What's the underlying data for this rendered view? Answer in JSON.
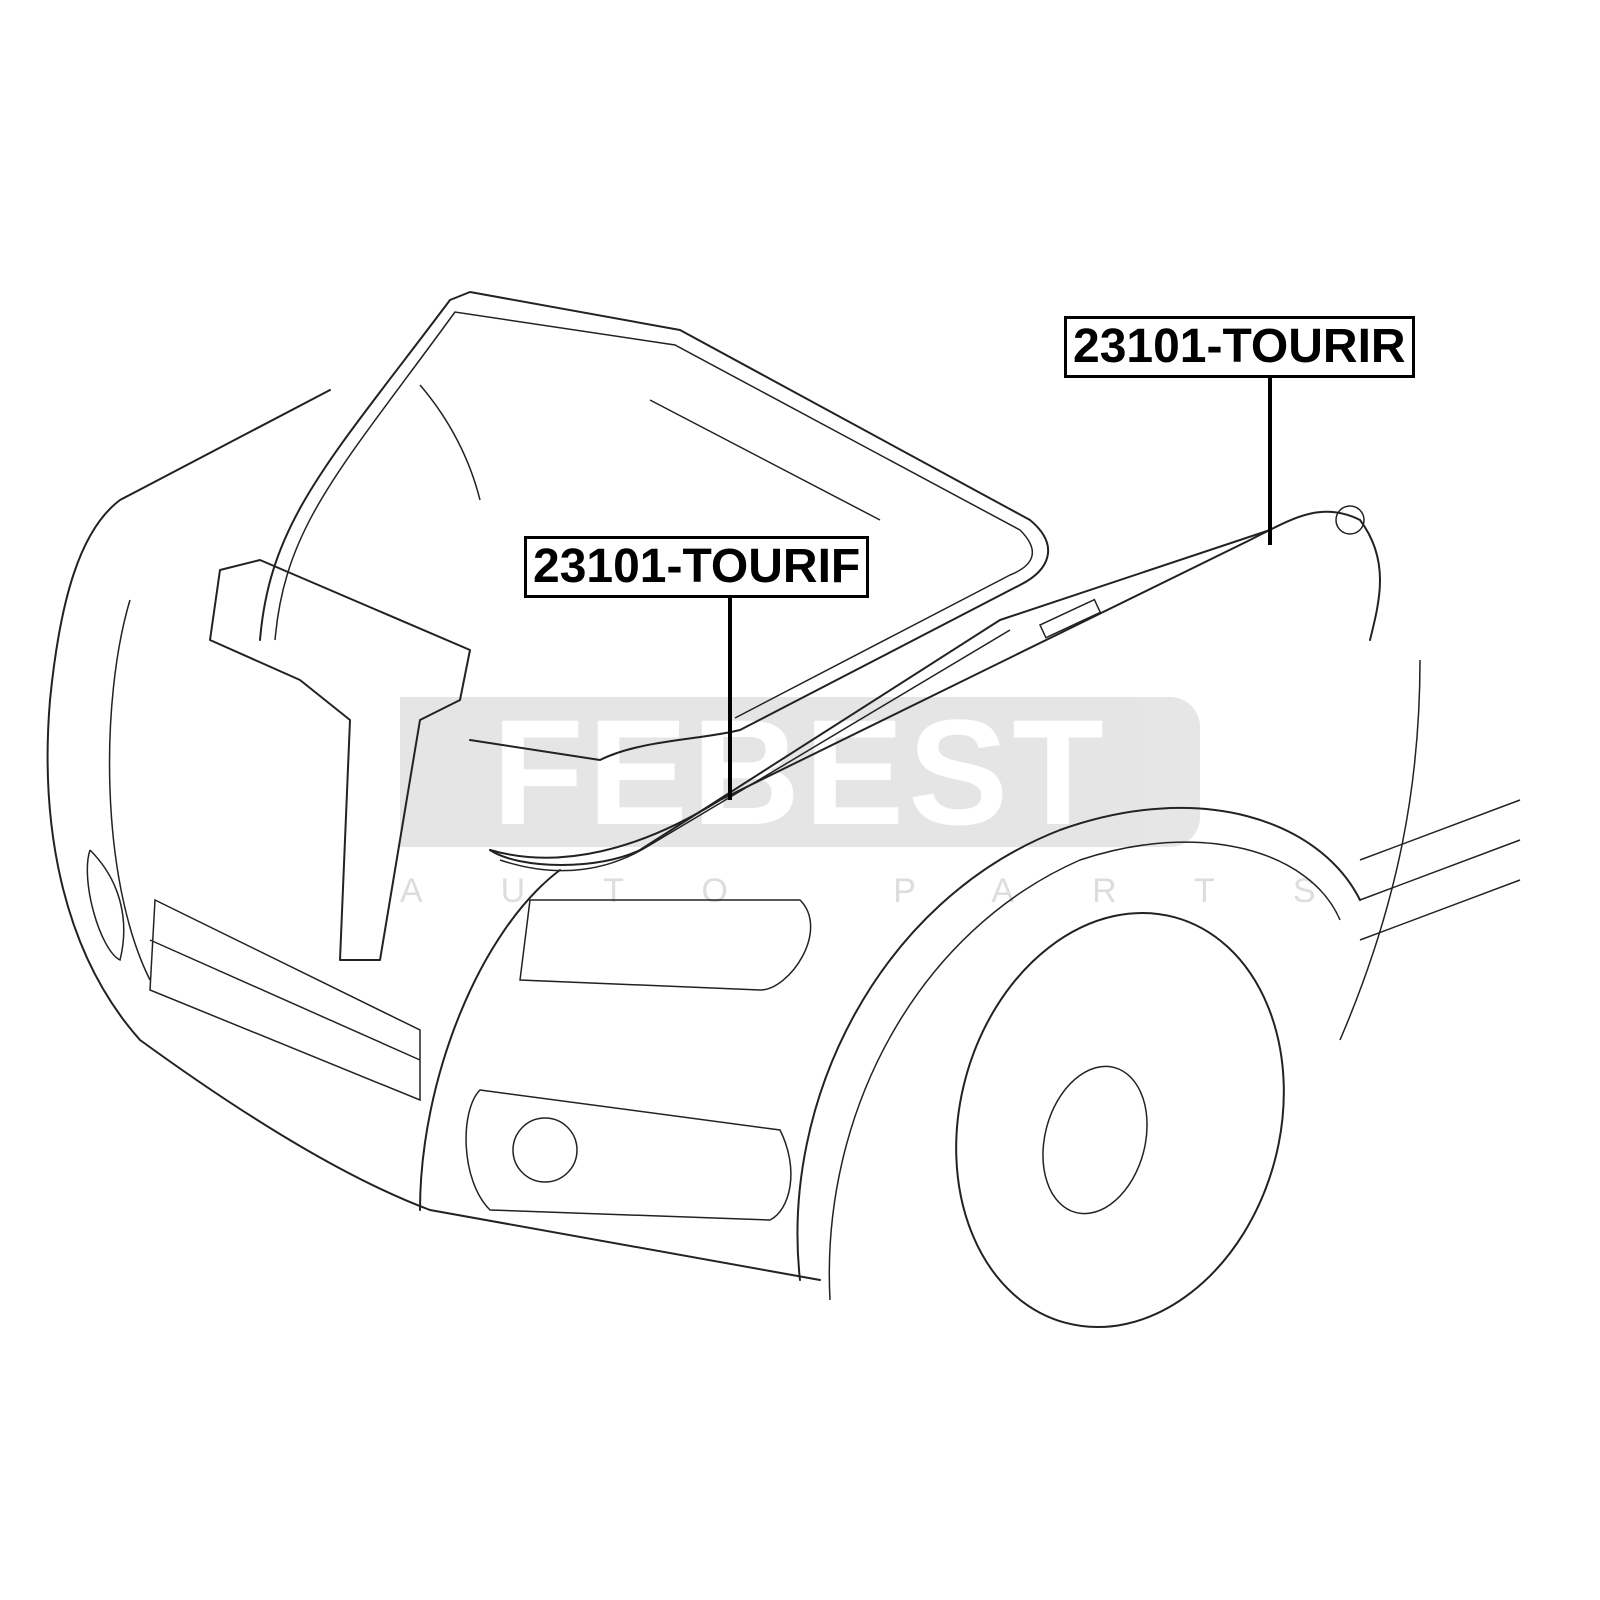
{
  "labels": {
    "front": "23101-TOURIF",
    "rear": "23101-TOURIR"
  },
  "watermark": {
    "brand": "FEBEST",
    "tagline": "AUTO PARTS"
  }
}
